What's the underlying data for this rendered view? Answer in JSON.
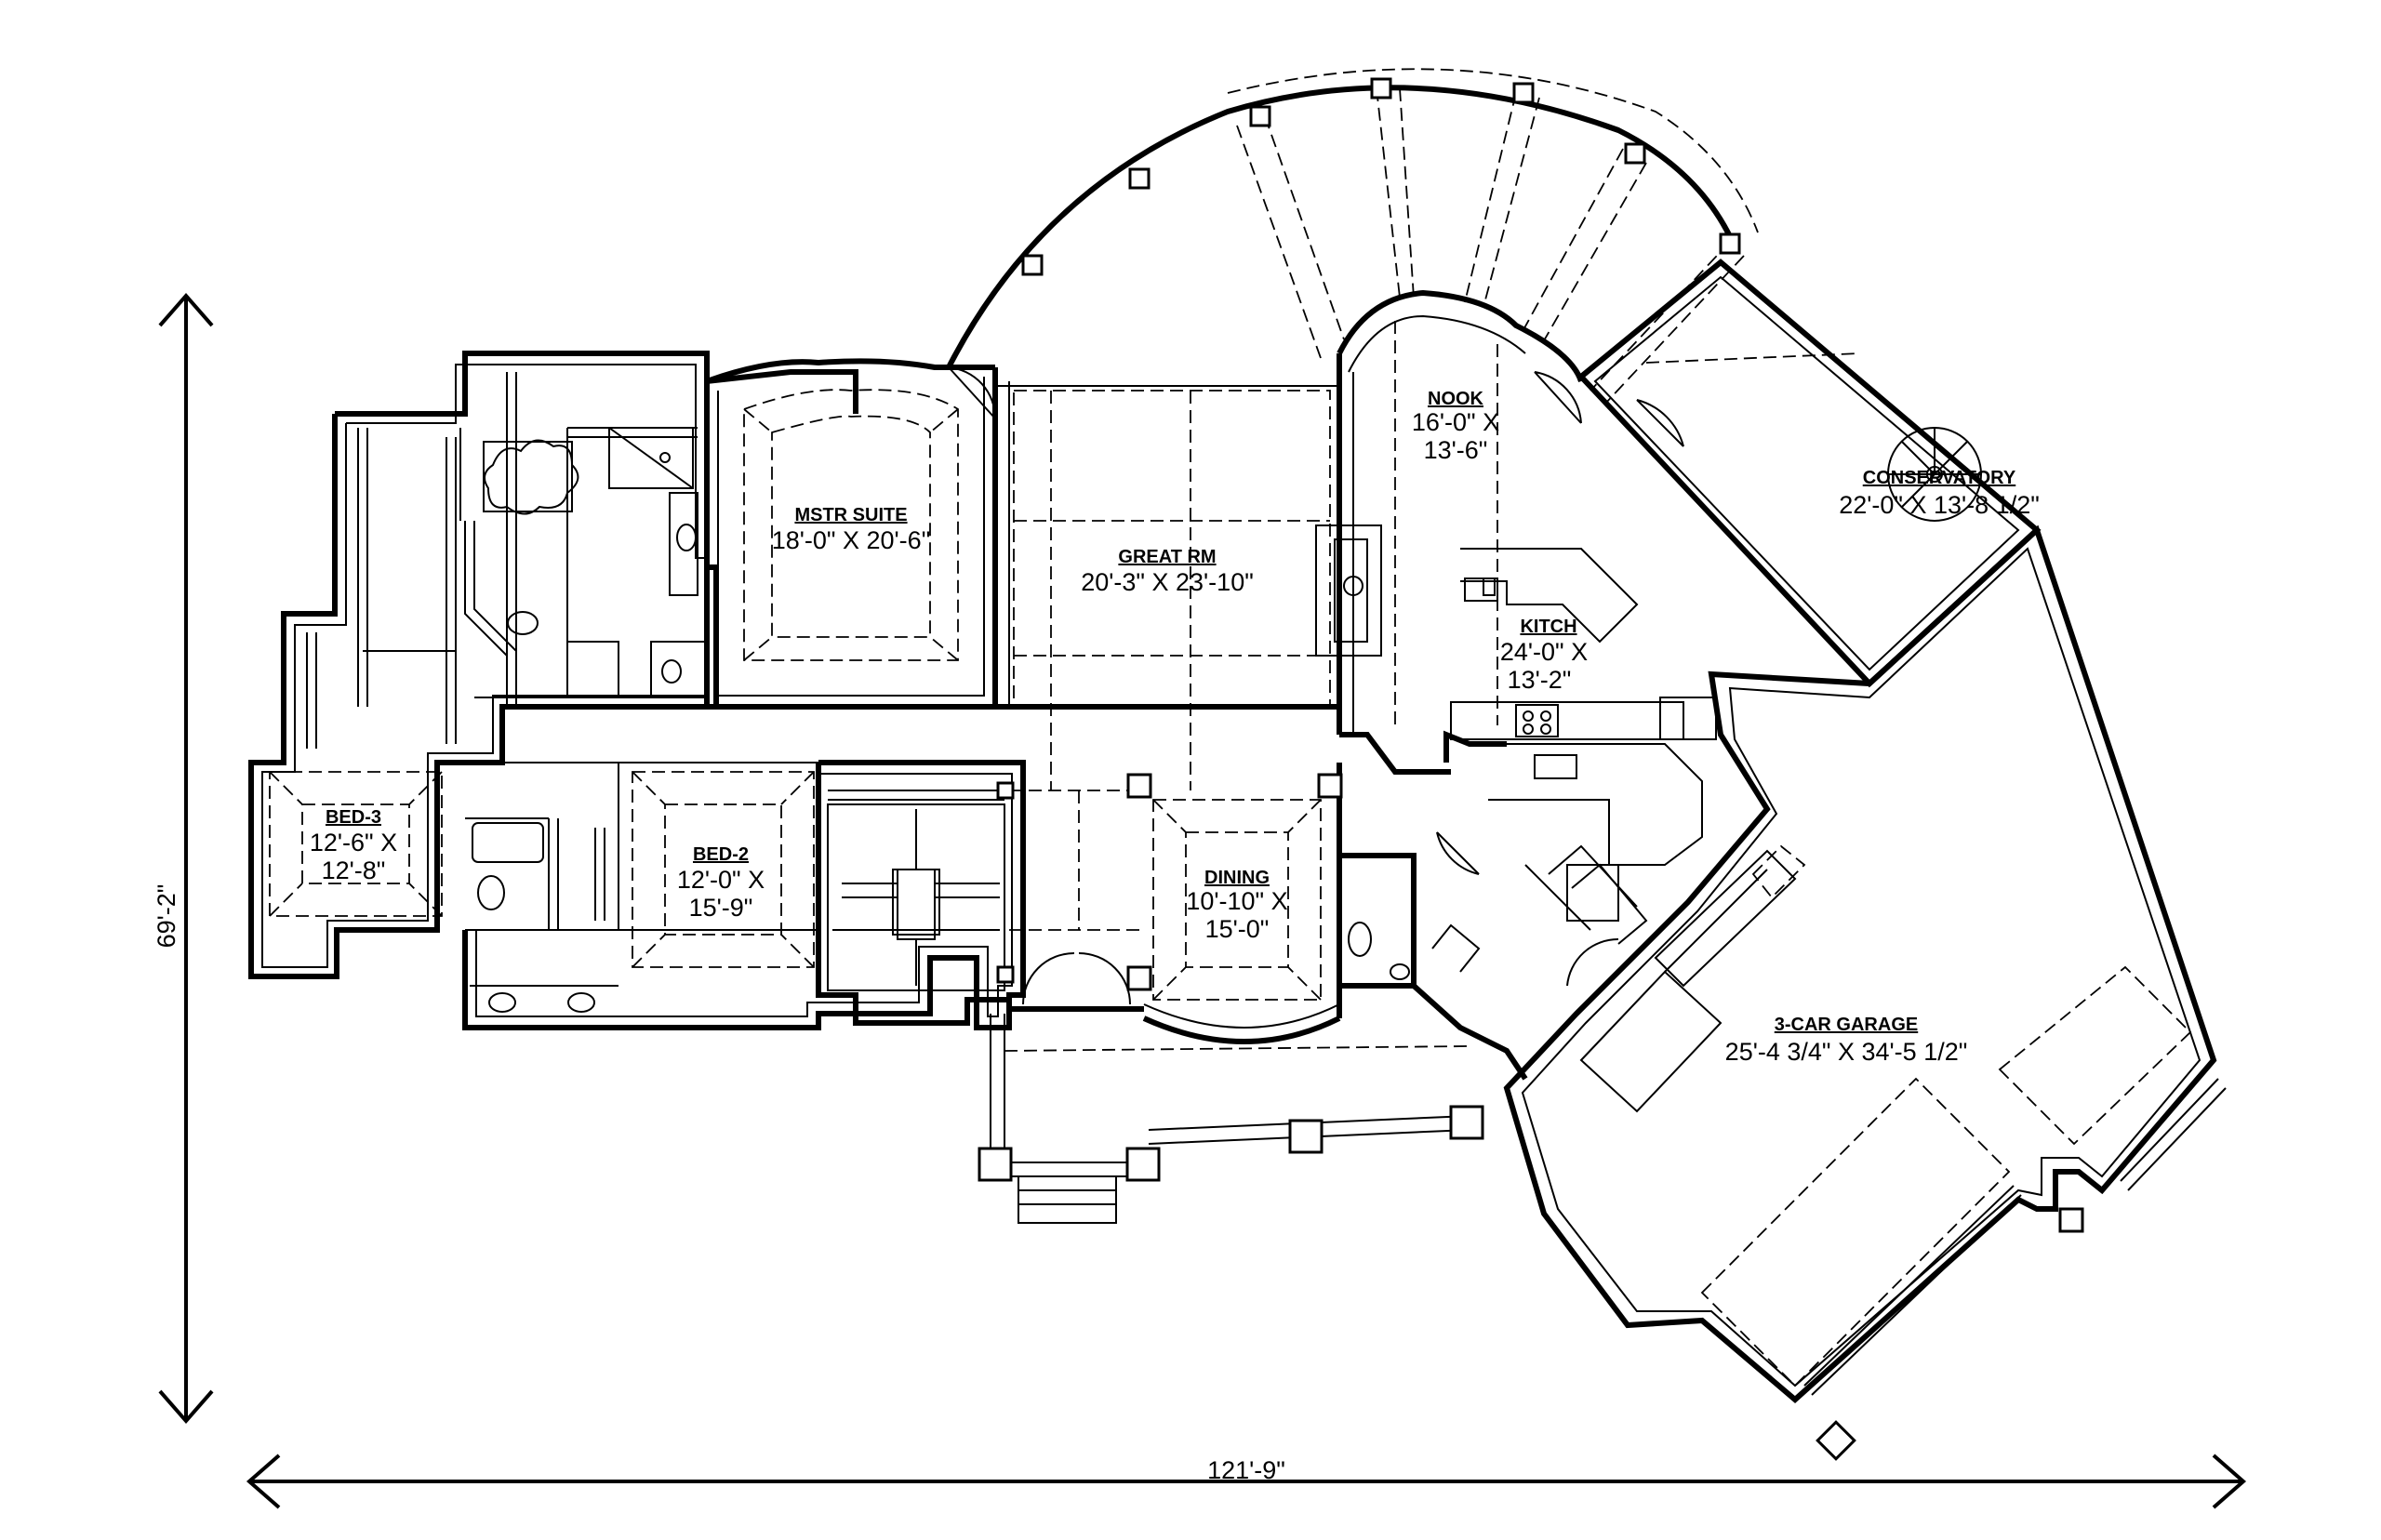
{
  "overall": {
    "width_label": "121'-9\"",
    "depth_label": "69'-2\""
  },
  "rooms": {
    "mstr_suite": {
      "name": "MSTR SUITE",
      "dim": "18'-0\" X 20'-6\""
    },
    "great_rm": {
      "name": "GREAT RM",
      "dim": "20'-3\" X 23'-10\""
    },
    "nook": {
      "name": "NOOK",
      "dim1": "16'-0\" X",
      "dim2": "13'-6\""
    },
    "conservatory": {
      "name": "CONSERVATORY",
      "dim": "22'-0\" X 13'-8 1/2\""
    },
    "kitch": {
      "name": "KITCH",
      "dim1": "24'-0\" X",
      "dim2": "13'-2\""
    },
    "bed3": {
      "name": "BED-3",
      "dim1": "12'-6\" X",
      "dim2": "12'-8\""
    },
    "bed2": {
      "name": "BED-2",
      "dim1": "12'-0\" X",
      "dim2": "15'-9\""
    },
    "dining": {
      "name": "DINING",
      "dim1": "10'-10\" X",
      "dim2": "15'-0\""
    },
    "garage": {
      "name": "3-CAR GARAGE",
      "dim": "25'-4 3/4\" X 34'-5 1/2\""
    }
  }
}
